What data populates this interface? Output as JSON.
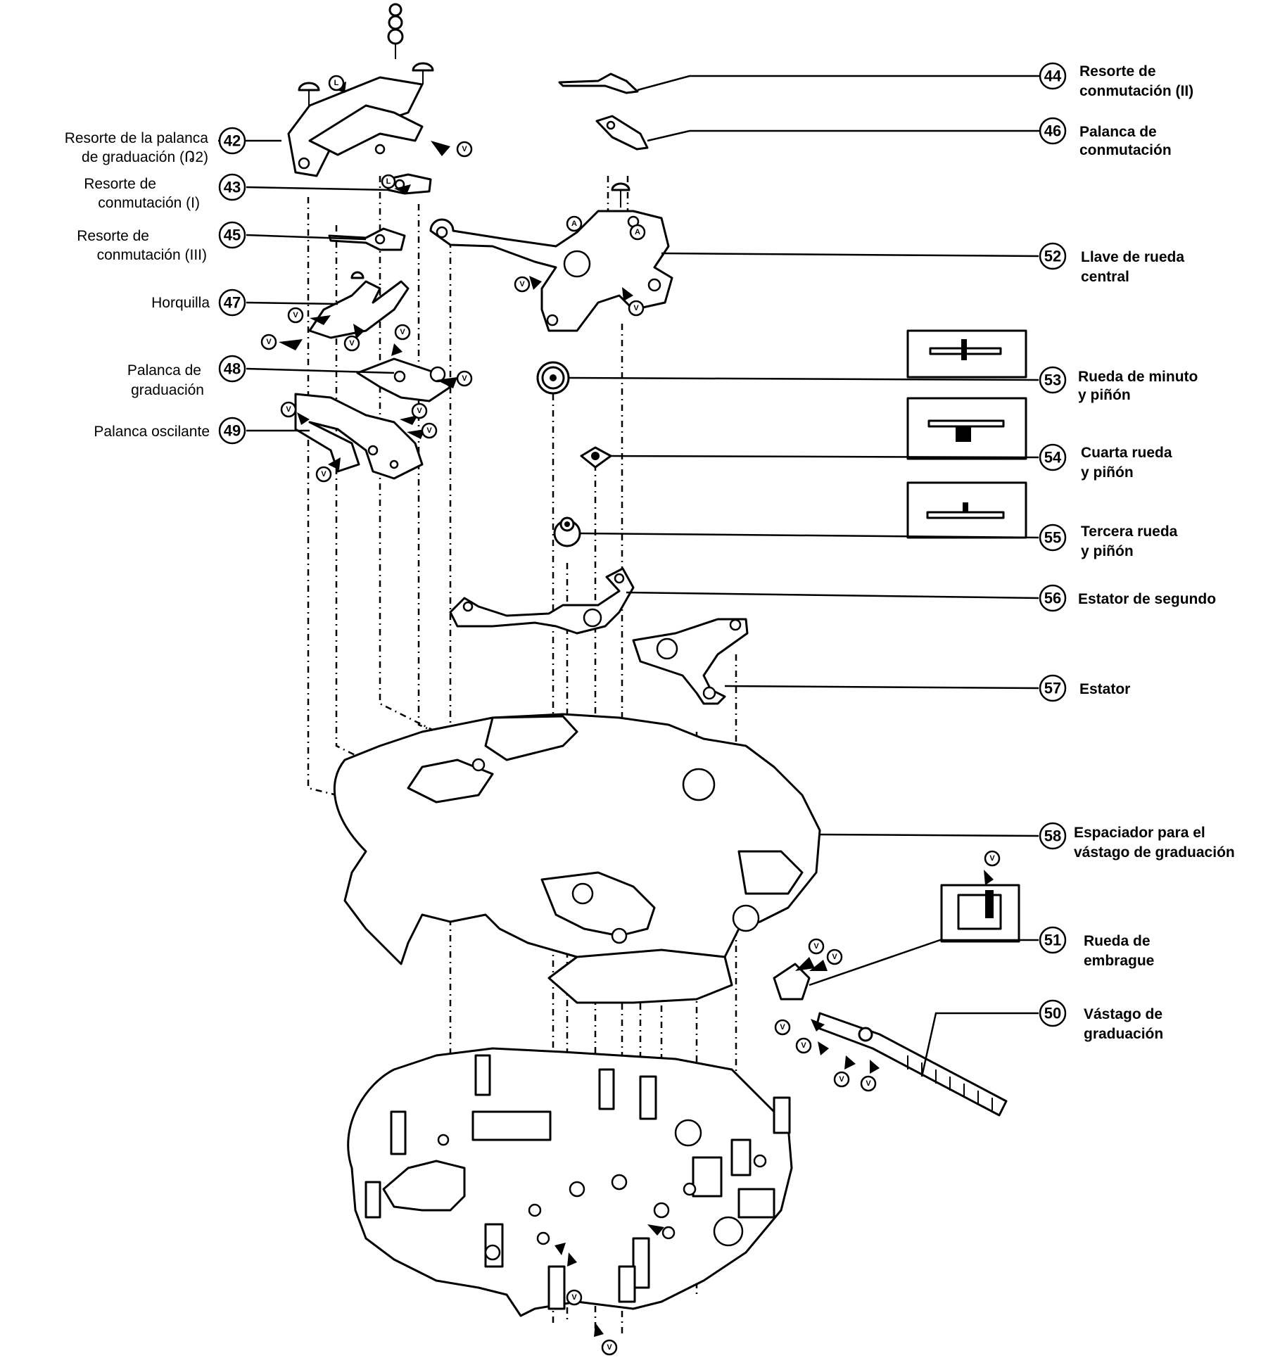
{
  "callouts": [
    {
      "num": "42",
      "label_lines": [
        "Resorte de la palanca",
        "de graduación (ᕡ2)"
      ],
      "side": "left"
    },
    {
      "num": "43",
      "label_lines": [
        "Resorte de",
        "conmutación (I)"
      ],
      "side": "left"
    },
    {
      "num": "45",
      "label_lines": [
        "Resorte de",
        "conmutación (III)"
      ],
      "side": "left"
    },
    {
      "num": "47",
      "label_lines": [
        "Horquilla"
      ],
      "side": "left"
    },
    {
      "num": "48",
      "label_lines": [
        "Palanca de",
        "graduación"
      ],
      "side": "left"
    },
    {
      "num": "49",
      "label_lines": [
        "Palanca oscilante"
      ],
      "side": "left"
    },
    {
      "num": "44",
      "label_lines": [
        "Resorte de",
        "conmutación (II)"
      ],
      "side": "right"
    },
    {
      "num": "46",
      "label_lines": [
        "Palanca de",
        "conmutación"
      ],
      "side": "right"
    },
    {
      "num": "52",
      "label_lines": [
        "Llave de rueda",
        "central"
      ],
      "side": "right"
    },
    {
      "num": "53",
      "label_lines": [
        "Rueda de minuto",
        "y piñón"
      ],
      "side": "right"
    },
    {
      "num": "54",
      "label_lines": [
        "Cuarta rueda",
        "y piñón"
      ],
      "side": "right"
    },
    {
      "num": "55",
      "label_lines": [
        "Tercera rueda",
        "y piñón"
      ],
      "side": "right"
    },
    {
      "num": "56",
      "label_lines": [
        "Estator de segundo"
      ],
      "side": "right"
    },
    {
      "num": "57",
      "label_lines": [
        "Estator"
      ],
      "side": "right"
    },
    {
      "num": "58",
      "label_lines": [
        "Espaciador para el",
        "vástago de graduación"
      ],
      "side": "right"
    },
    {
      "num": "51",
      "label_lines": [
        "Rueda de",
        "embrague"
      ],
      "side": "right"
    },
    {
      "num": "50",
      "label_lines": [
        "Vástago de",
        "graduación"
      ],
      "side": "right"
    }
  ],
  "marker_letters": {
    "v": "V",
    "l": "L",
    "a": "A"
  }
}
